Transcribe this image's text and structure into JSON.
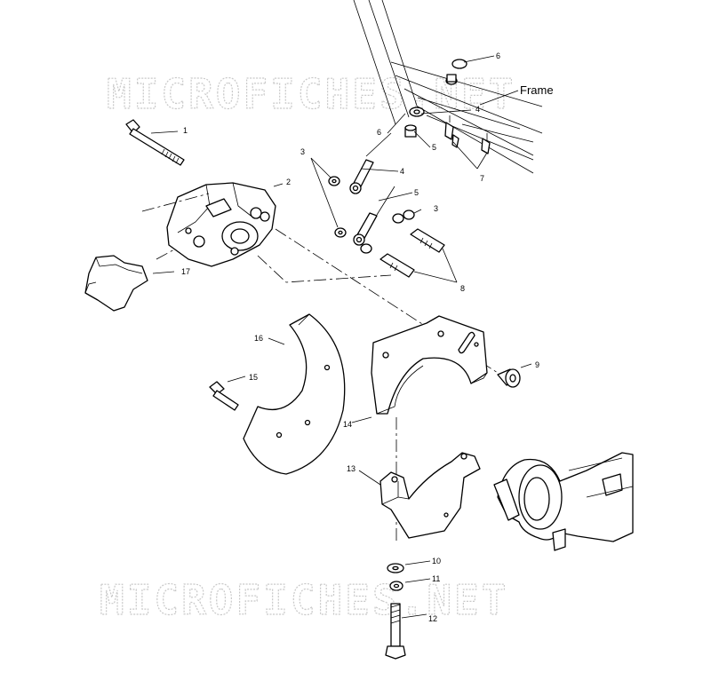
{
  "watermark": {
    "text": "MICROFICHES.NET"
  },
  "labels": {
    "frame": "Frame"
  },
  "callouts": {
    "c1": "1",
    "c2": "2",
    "c3a": "3",
    "c3b": "3",
    "c4a": "4",
    "c4b": "4",
    "c5a": "5",
    "c5b": "5",
    "c6a": "6",
    "c6b": "6",
    "c7": "7",
    "c8": "8",
    "c9": "9",
    "c10": "10",
    "c11": "11",
    "c12": "12",
    "c13": "13",
    "c14": "14",
    "c15": "15",
    "c16": "16",
    "c17": "17"
  }
}
